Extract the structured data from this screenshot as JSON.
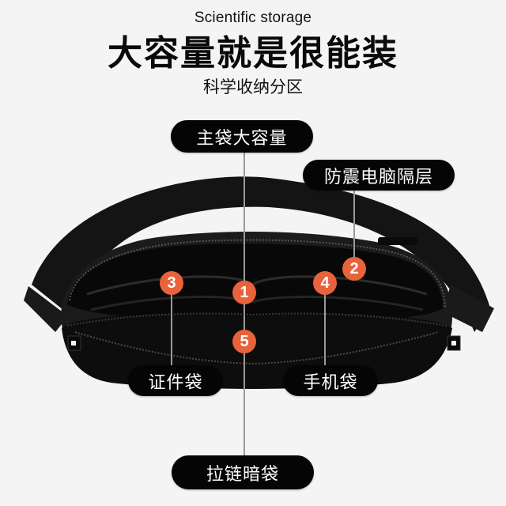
{
  "header": {
    "subtitle_en": "Scientific storage",
    "title": "大容量就是很能装",
    "subtitle_cn": "科学收纳分区"
  },
  "callouts": [
    {
      "number": "1",
      "label": "主袋大容量"
    },
    {
      "number": "2",
      "label": "防震电脑隔层"
    },
    {
      "number": "3",
      "label": "证件袋"
    },
    {
      "number": "4",
      "label": "手机袋"
    },
    {
      "number": "5",
      "label": "拉链暗袋"
    }
  ],
  "colors": {
    "background": "#f4f4f4",
    "pill": "#050505",
    "badge": "#e8623c",
    "bag": "#111111"
  }
}
